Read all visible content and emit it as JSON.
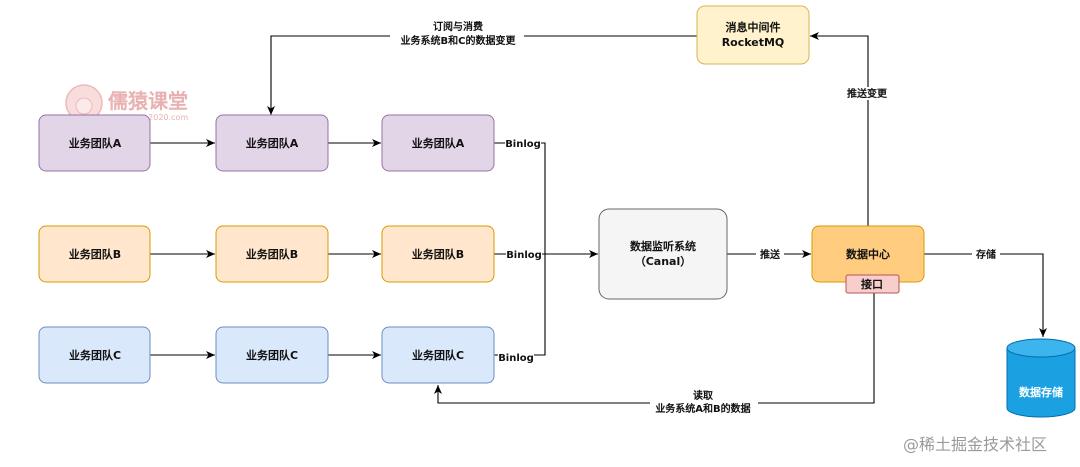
{
  "colors": {
    "purple_fill": "#e1d5e7",
    "purple_stroke": "#9673a6",
    "orange_fill": "#ffe6cc",
    "orange_stroke": "#d79b00",
    "blue_fill": "#dae8fc",
    "blue_stroke": "#6c8ebf",
    "gray_fill": "#f5f5f5",
    "gray_stroke": "#666666",
    "yellow_fill": "#fff2cc",
    "yellow_stroke": "#d6b656",
    "center_fill": "#ffcc80",
    "center_stroke": "#d79b00",
    "api_fill": "#f8cecc",
    "api_stroke": "#b85450",
    "db_fill": "#1ba1e2",
    "db_stroke": "#006eaf"
  },
  "nodes": {
    "team_a": "业务团队A",
    "team_b": "业务团队B",
    "team_c": "业务团队C",
    "canal_line1": "数据监听系统",
    "canal_line2": "（Canal）",
    "mq_line1": "消息中间件",
    "mq_line2": "RocketMQ",
    "data_center": "数据中心",
    "api": "接口",
    "storage": "数据存储"
  },
  "edges": {
    "binlog": "Binlog",
    "push": "推送",
    "push_change": "推送变更",
    "store": "存储",
    "subscribe_line1": "订阅与消费",
    "subscribe_line2": "业务系统B和C的数据变更",
    "read_line1": "读取",
    "read_line2": "业务系统A和B的数据"
  },
  "logo": {
    "name": "儒猿课堂",
    "url": "ruyuan2020.com"
  },
  "watermark": "@稀土掘金技术社区"
}
